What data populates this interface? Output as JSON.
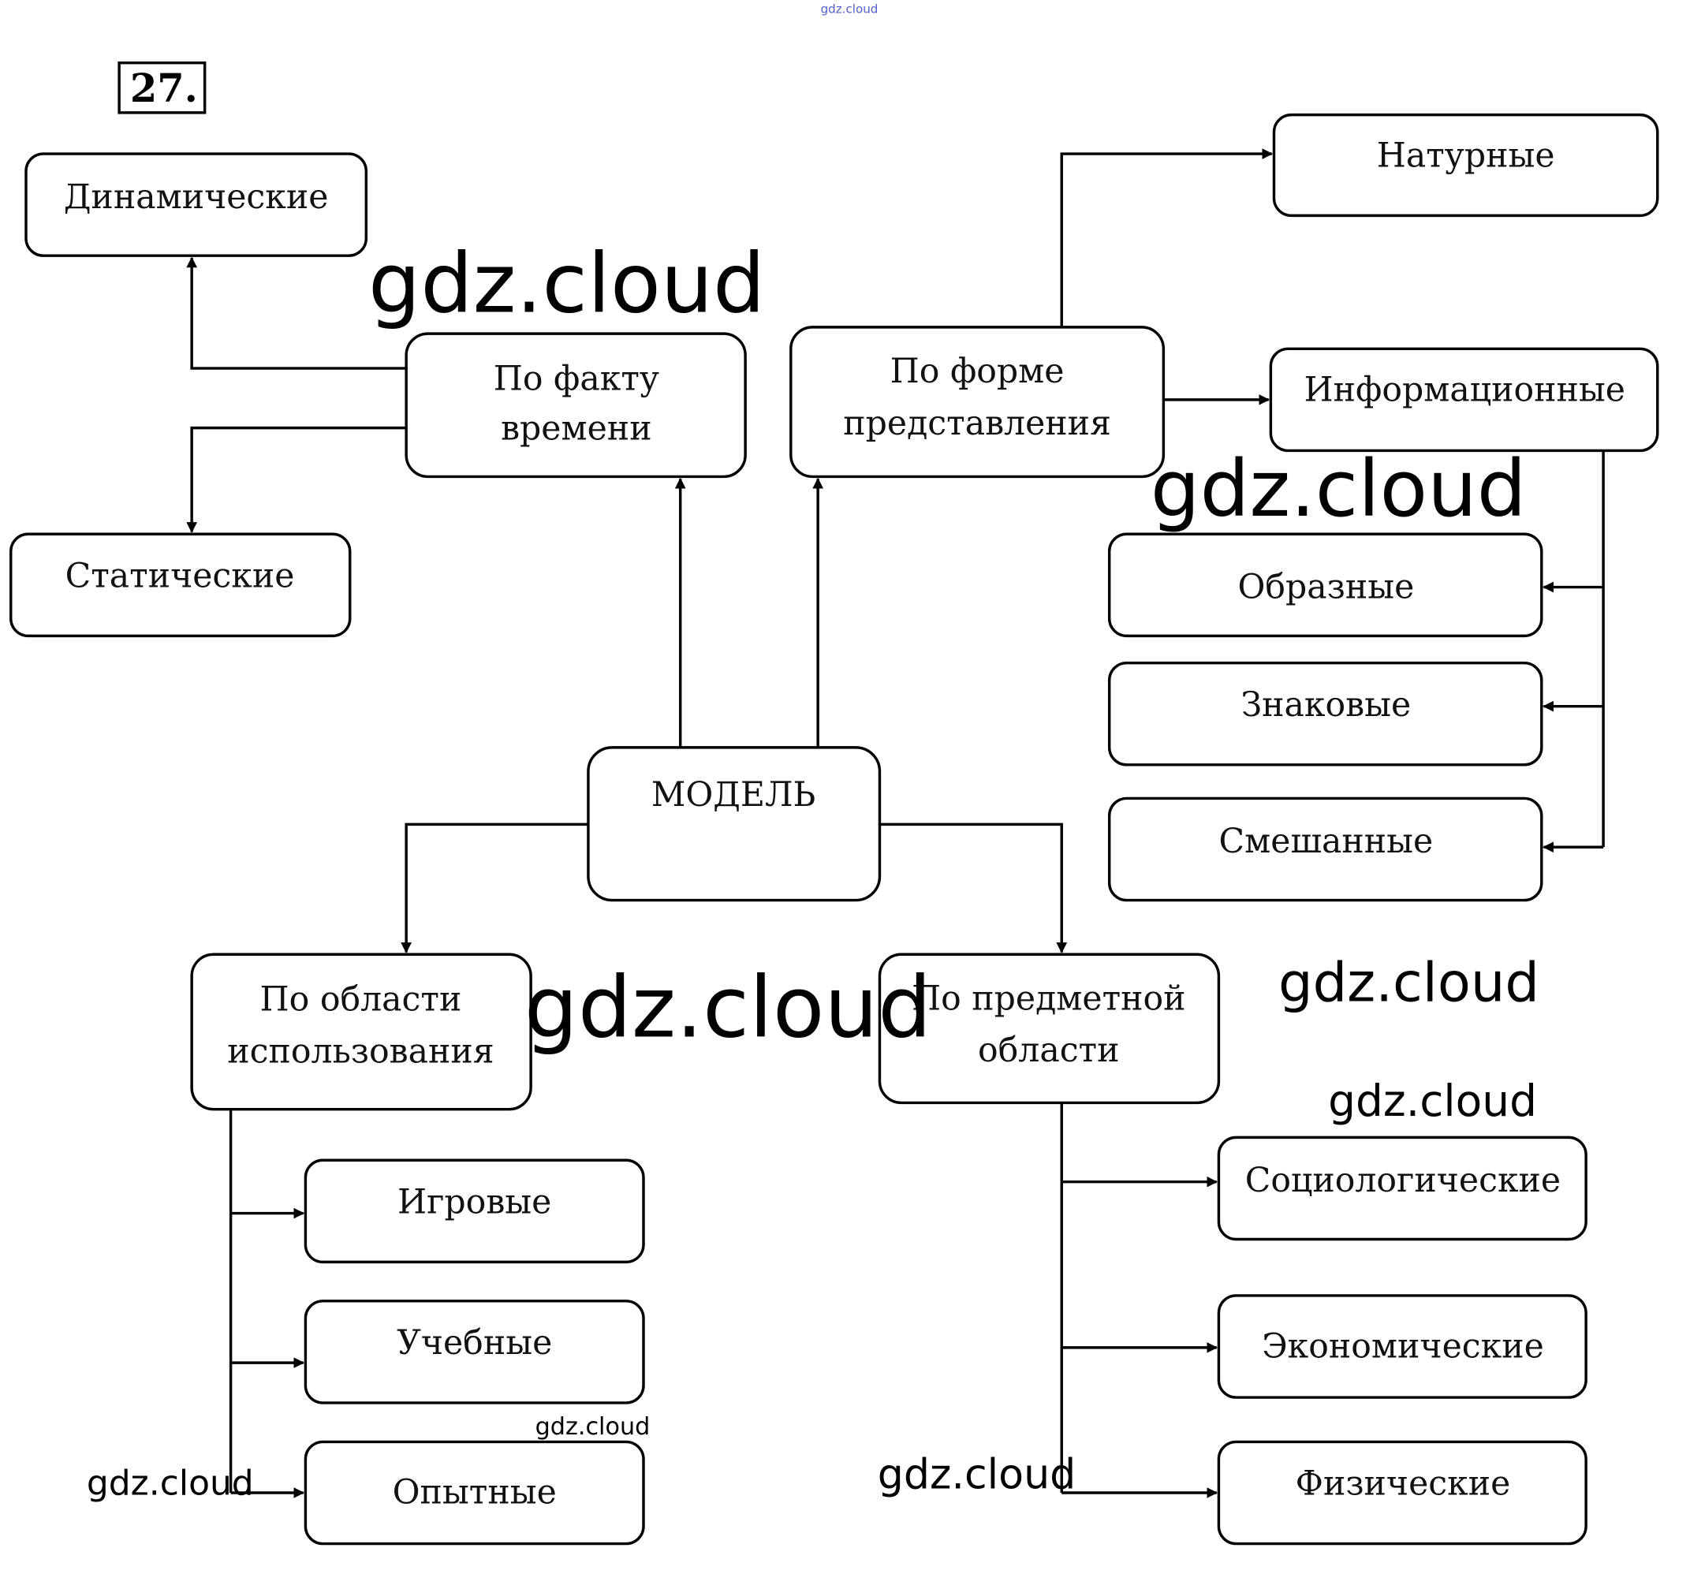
{
  "task_number": "27.",
  "root": "МОДЕЛЬ",
  "categories": {
    "time": {
      "line1": "По факту",
      "line2": "времени",
      "children": [
        "Динамические",
        "Статические"
      ]
    },
    "form": {
      "line1": "По форме",
      "line2": "представления",
      "children": [
        "Натурные",
        "Информационные"
      ]
    },
    "informational": {
      "children": [
        "Образные",
        "Знаковые",
        "Смешанные"
      ]
    },
    "usage": {
      "line1": "По области",
      "line2": "использования",
      "children": [
        "Игровые",
        "Учебные",
        "Опытные"
      ]
    },
    "subject": {
      "line1": "По предметной",
      "line2": "области",
      "children": [
        "Социологические",
        "Экономические",
        "Физические"
      ]
    }
  },
  "watermarks": [
    "gdz.cloud",
    "gdz.cloud",
    "gdz.cloud",
    "gdz.cloud",
    "gdz.cloud",
    "gdz.cloud",
    "gdz.cloud",
    "gdz.cloud",
    "gdz.cloud"
  ]
}
